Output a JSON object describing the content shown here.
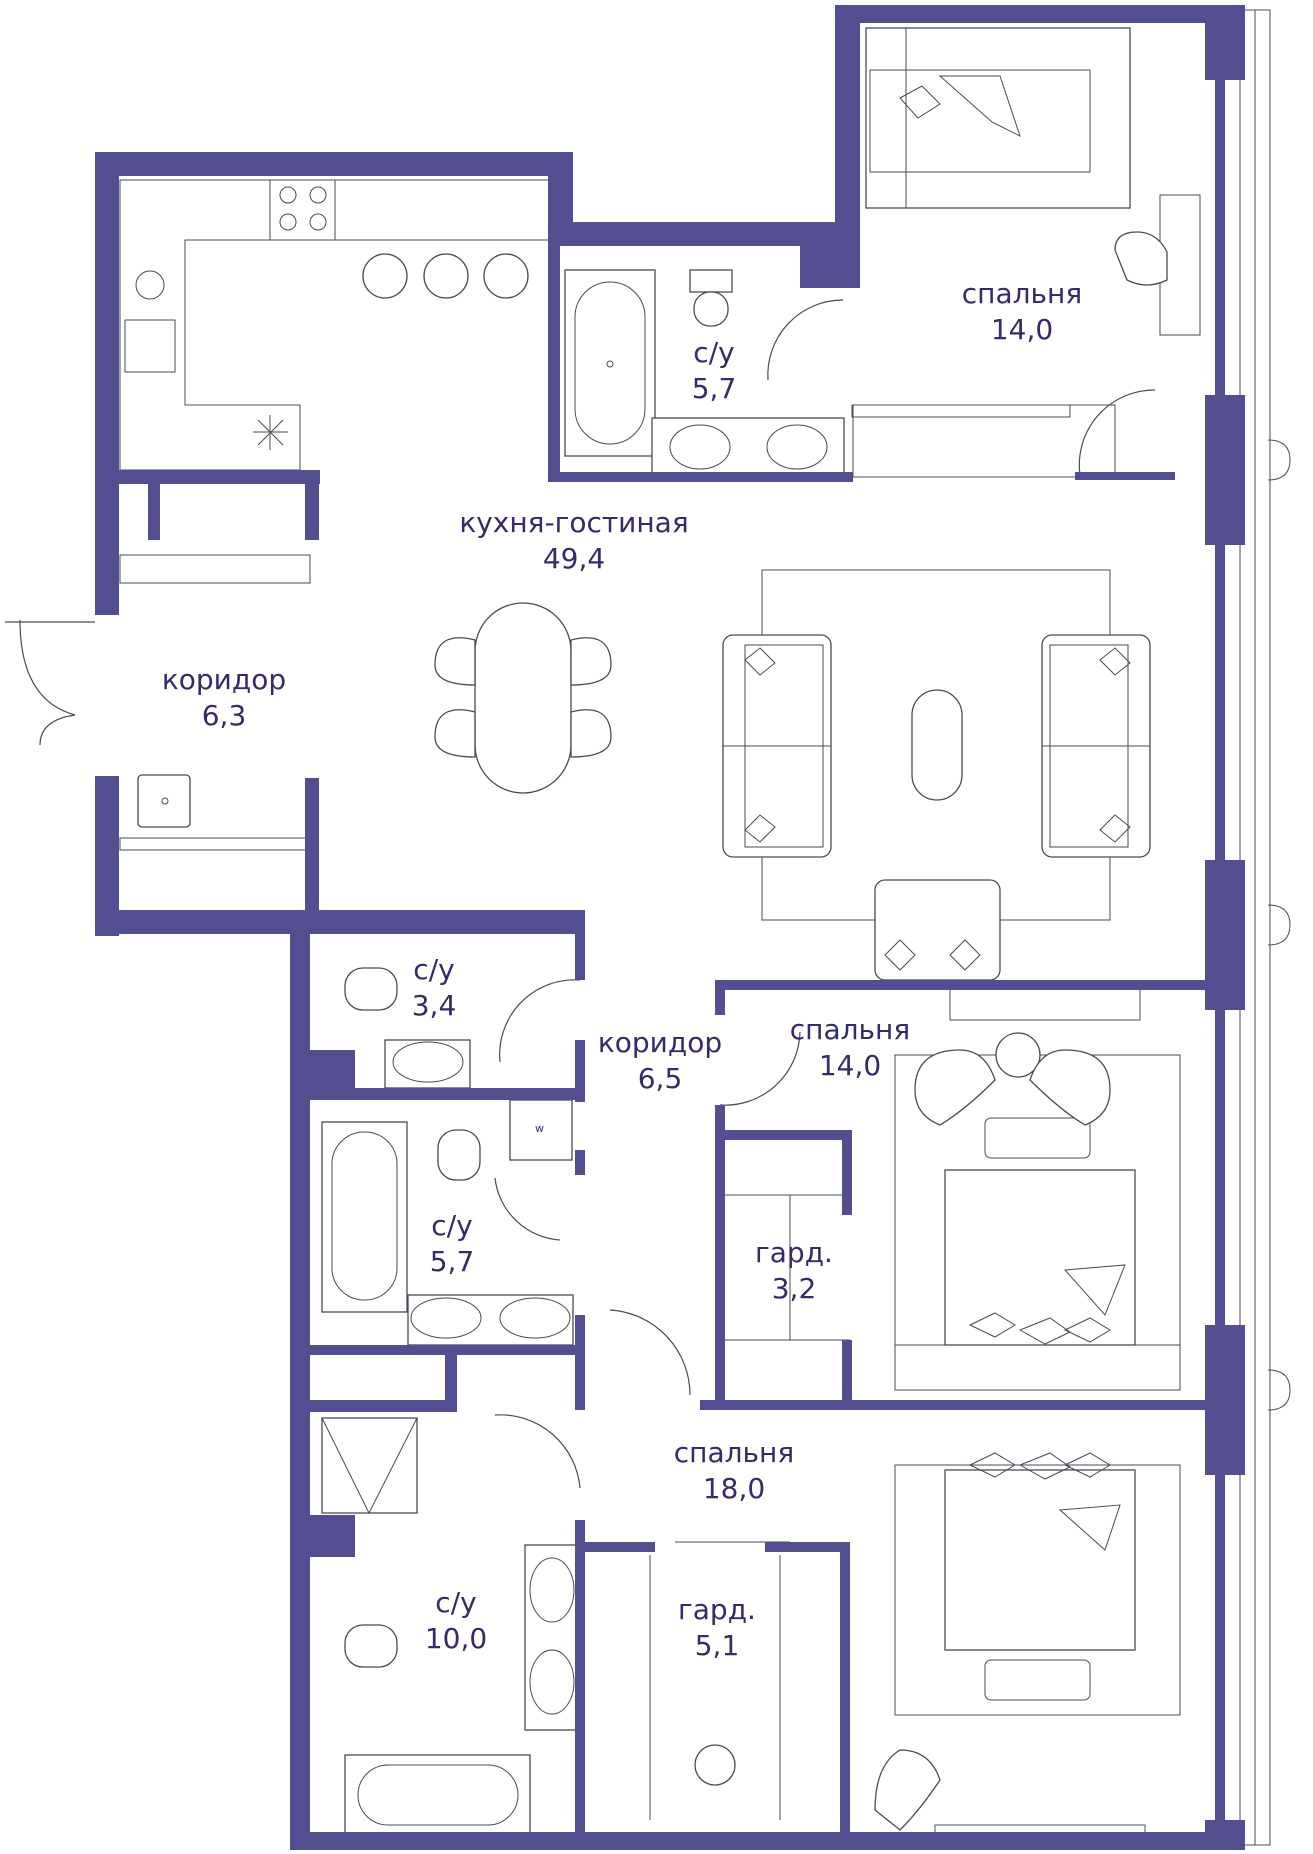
{
  "colors": {
    "wall": "#534e8f",
    "text": "#302d6b",
    "line": "#4a4a58"
  },
  "rooms": {
    "living": {
      "name": "кухня-гостиная",
      "area": "49,4"
    },
    "bed_top": {
      "name": "спальня",
      "area": "14,0"
    },
    "bath_top": {
      "name": "с/у",
      "area": "5,7"
    },
    "hall_left": {
      "name": "коридор",
      "area": "6,3"
    },
    "wc_small": {
      "name": "с/у",
      "area": "3,4"
    },
    "hall_mid": {
      "name": "коридор",
      "area": "6,5"
    },
    "bed_mid": {
      "name": "спальня",
      "area": "14,0"
    },
    "bath_mid": {
      "name": "с/у",
      "area": "5,7"
    },
    "ward_mid": {
      "name": "гард.",
      "area": "3,2"
    },
    "bed_bottom": {
      "name": "спальня",
      "area": "18,0"
    },
    "bath_bottom": {
      "name": "с/у",
      "area": "10,0"
    },
    "ward_bottom": {
      "name": "гард.",
      "area": "5,1"
    }
  },
  "marks": {
    "washer": "w"
  },
  "icons": [
    "floor-plan-walls",
    "door-swing-icon",
    "window-icon",
    "bed-icon",
    "sofa-icon",
    "bathtub-icon",
    "toilet-icon",
    "sink-icon",
    "stove-icon",
    "armchair-icon",
    "table-icon"
  ]
}
